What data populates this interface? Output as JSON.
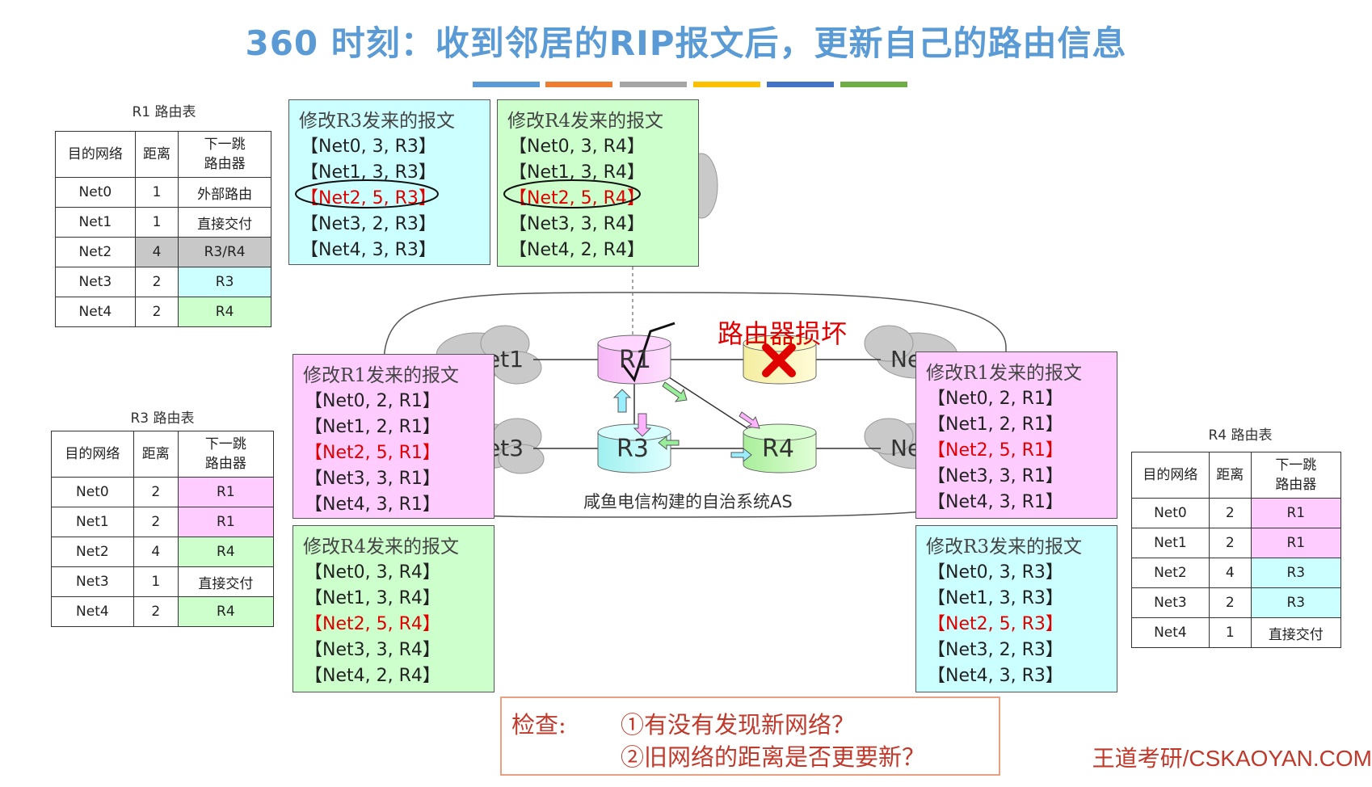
{
  "title": "360 时刻：收到邻居的RIP报文后，更新自己的路由信息",
  "colorbar": [
    "#5b9bd5",
    "#ed7d31",
    "#a5a5a5",
    "#ffc000",
    "#4472c4",
    "#70ad47"
  ],
  "tables": {
    "r1": {
      "caption": "R1 路由表",
      "headers": [
        "目的网络",
        "距离",
        "下一跳\n路由器"
      ],
      "rows": [
        {
          "net": "Net0",
          "dist": "1",
          "next": "外部路由",
          "bg_dist": "",
          "bg_next": ""
        },
        {
          "net": "Net1",
          "dist": "1",
          "next": "直接交付",
          "bg_dist": "",
          "bg_next": ""
        },
        {
          "net": "Net2",
          "dist": "4",
          "next": "R3/R4",
          "bg_dist": "gray",
          "bg_next": "gray"
        },
        {
          "net": "Net3",
          "dist": "2",
          "next": "R3",
          "bg_dist": "",
          "bg_next": "cyan"
        },
        {
          "net": "Net4",
          "dist": "2",
          "next": "R4",
          "bg_dist": "",
          "bg_next": "green"
        }
      ]
    },
    "r3": {
      "caption": "R3 路由表",
      "headers": [
        "目的网络",
        "距离",
        "下一跳\n路由器"
      ],
      "rows": [
        {
          "net": "Net0",
          "dist": "2",
          "next": "R1",
          "bg_next": "pink"
        },
        {
          "net": "Net1",
          "dist": "2",
          "next": "R1",
          "bg_next": "pink"
        },
        {
          "net": "Net2",
          "dist": "4",
          "next": "R4",
          "bg_next": "green"
        },
        {
          "net": "Net3",
          "dist": "1",
          "next": "直接交付",
          "bg_next": ""
        },
        {
          "net": "Net4",
          "dist": "2",
          "next": "R4",
          "bg_next": "green"
        }
      ]
    },
    "r4": {
      "caption": "R4 路由表",
      "headers": [
        "目的网络",
        "距离",
        "下一跳\n路由器"
      ],
      "rows": [
        {
          "net": "Net0",
          "dist": "2",
          "next": "R1",
          "bg_next": "pink"
        },
        {
          "net": "Net1",
          "dist": "2",
          "next": "R1",
          "bg_next": "pink"
        },
        {
          "net": "Net2",
          "dist": "4",
          "next": "R3",
          "bg_next": "cyan"
        },
        {
          "net": "Net3",
          "dist": "2",
          "next": "R3",
          "bg_next": "cyan"
        },
        {
          "net": "Net4",
          "dist": "1",
          "next": "直接交付",
          "bg_next": ""
        }
      ]
    }
  },
  "messages": {
    "top_r3": {
      "title": "修改R3发来的报文",
      "lines": [
        "【Net0, 3, R3】",
        "【Net1, 3, R3】",
        "【Net2, 5, R3】",
        "【Net3, 2, R3】",
        "【Net4, 3, R3】"
      ],
      "red": 2
    },
    "top_r4": {
      "title": "修改R4发来的报文",
      "lines": [
        "【Net0, 3, R4】",
        "【Net1, 3, R4】",
        "【Net2, 5, R4】",
        "【Net3, 3, R4】",
        "【Net4, 2, R4】"
      ],
      "red": 2
    },
    "left_r1": {
      "title": "修改R1发来的报文",
      "lines": [
        "【Net0, 2, R1】",
        "【Net1, 2, R1】",
        "【Net2, 5, R1】",
        "【Net3, 3, R1】",
        "【Net4, 3, R1】"
      ],
      "red": 2
    },
    "left_r4": {
      "title": "修改R4发来的报文",
      "lines": [
        "【Net0, 3, R4】",
        "【Net1, 3, R4】",
        "【Net2, 5, R4】",
        "【Net3, 3, R4】",
        "【Net4, 2, R4】"
      ],
      "red": 2
    },
    "right_r1": {
      "title": "修改R1发来的报文",
      "lines": [
        "【Net0, 2, R1】",
        "【Net1, 2, R1】",
        "【Net2, 5, R1】",
        "【Net3, 3, R1】",
        "【Net4, 3, R1】"
      ],
      "red": 2
    },
    "right_r3": {
      "title": "修改R3发来的报文",
      "lines": [
        "【Net0, 3, R3】",
        "【Net1, 3, R3】",
        "【Net2, 5, R3】",
        "【Net3, 2, R3】",
        "【Net4, 3, R3】"
      ],
      "red": 2
    }
  },
  "diagram": {
    "r1": "R1",
    "r3": "R3",
    "r4": "R4",
    "net_left_top": "et1",
    "net_left_bottom": "et3",
    "net_right_top": "Ne",
    "net_right_bottom": "Ne",
    "broken_router": "路由器损坏",
    "as_label": "咸鱼电信构建的自治系统AS"
  },
  "check": {
    "label": "检查:",
    "q1": "①有没有发现新网络？",
    "q2": "②旧网络的距离是否更要新？"
  },
  "brand": "王道考研/CSKAOYAN.COM"
}
